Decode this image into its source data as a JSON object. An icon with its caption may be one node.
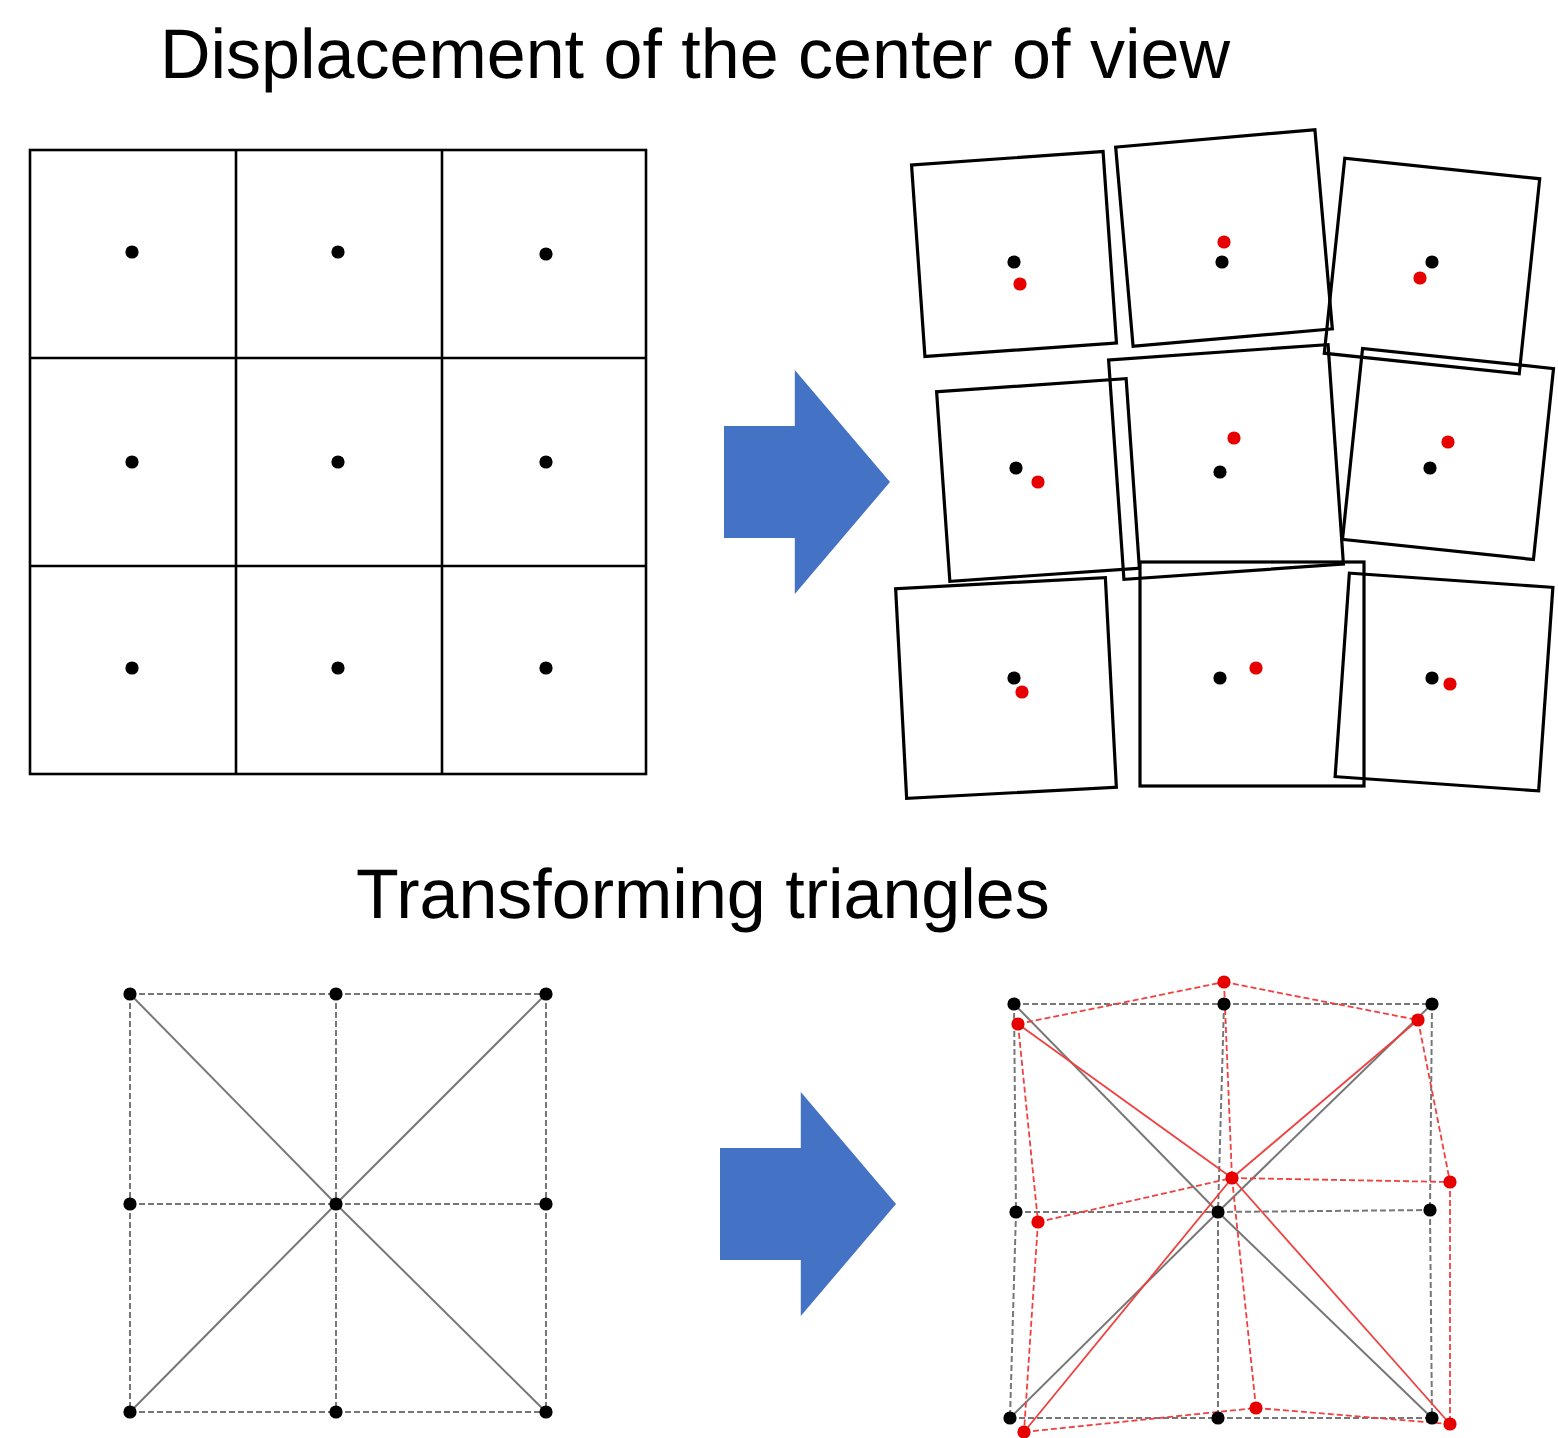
{
  "diagram": {
    "nodes": [
      {
        "text": [],
        "shape": "picture"
      },
      {
        "text": [],
        "shape": "picture"
      },
      {
        "text": [],
        "shape": "picture"
      },
      {
        "text": [],
        "shape": "picture"
      }
    ],
    "edges": [
      {
        "from": 0,
        "to": 1,
        "arrow": "to",
        "style": "thick"
      },
      {
        "from": 2,
        "to": 3,
        "arrow": "to",
        "style": "thick"
      }
    ],
    "labels": [
      "Displacement of the center of view",
      "Transforming triangles"
    ]
  }
}
